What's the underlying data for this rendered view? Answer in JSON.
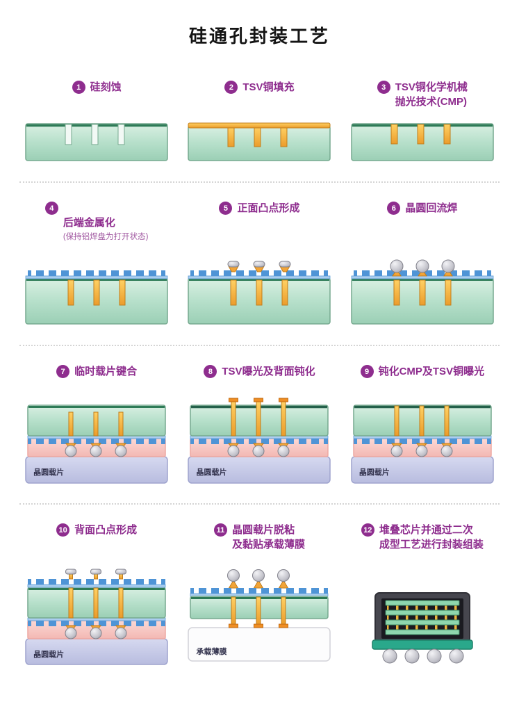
{
  "title": "硅通孔封装工艺",
  "steps": [
    {
      "num": "1",
      "label": "硅刻蚀"
    },
    {
      "num": "2",
      "label": "TSV铜填充"
    },
    {
      "num": "3",
      "label": "TSV铜化学机械\n抛光技术(CMP)"
    },
    {
      "num": "4",
      "label": "后端金属化",
      "sublabel": "(保持铝焊盘为打开状态)"
    },
    {
      "num": "5",
      "label": "正面凸点形成"
    },
    {
      "num": "6",
      "label": "晶圆回流焊"
    },
    {
      "num": "7",
      "label": "临时载片键合"
    },
    {
      "num": "8",
      "label": "TSV曝光及背面钝化"
    },
    {
      "num": "9",
      "label": "钝化CMP及TSV铜曝光"
    },
    {
      "num": "10",
      "label": "背面凸点形成"
    },
    {
      "num": "11",
      "label": "晶圆载片脱粘\n及黏贴承载薄膜"
    },
    {
      "num": "12",
      "label": "堆叠芯片并通过二次\n成型工艺进行封装组装"
    }
  ],
  "diagram_labels": {
    "wafer_carrier": "晶圆载片",
    "carrier_film": "承载薄膜"
  },
  "colors": {
    "accent_purple": "#8e2d8e",
    "silicon_green": "#aedcc4",
    "silicon_edge": "#2e7b57",
    "copper_orange": "#efa32f",
    "metal_blue": "#4f94d6",
    "adhesive_pink": "#f8c9c6",
    "carrier_lavender": "#c8cce9",
    "solder_gray": "#b9b9c1"
  }
}
